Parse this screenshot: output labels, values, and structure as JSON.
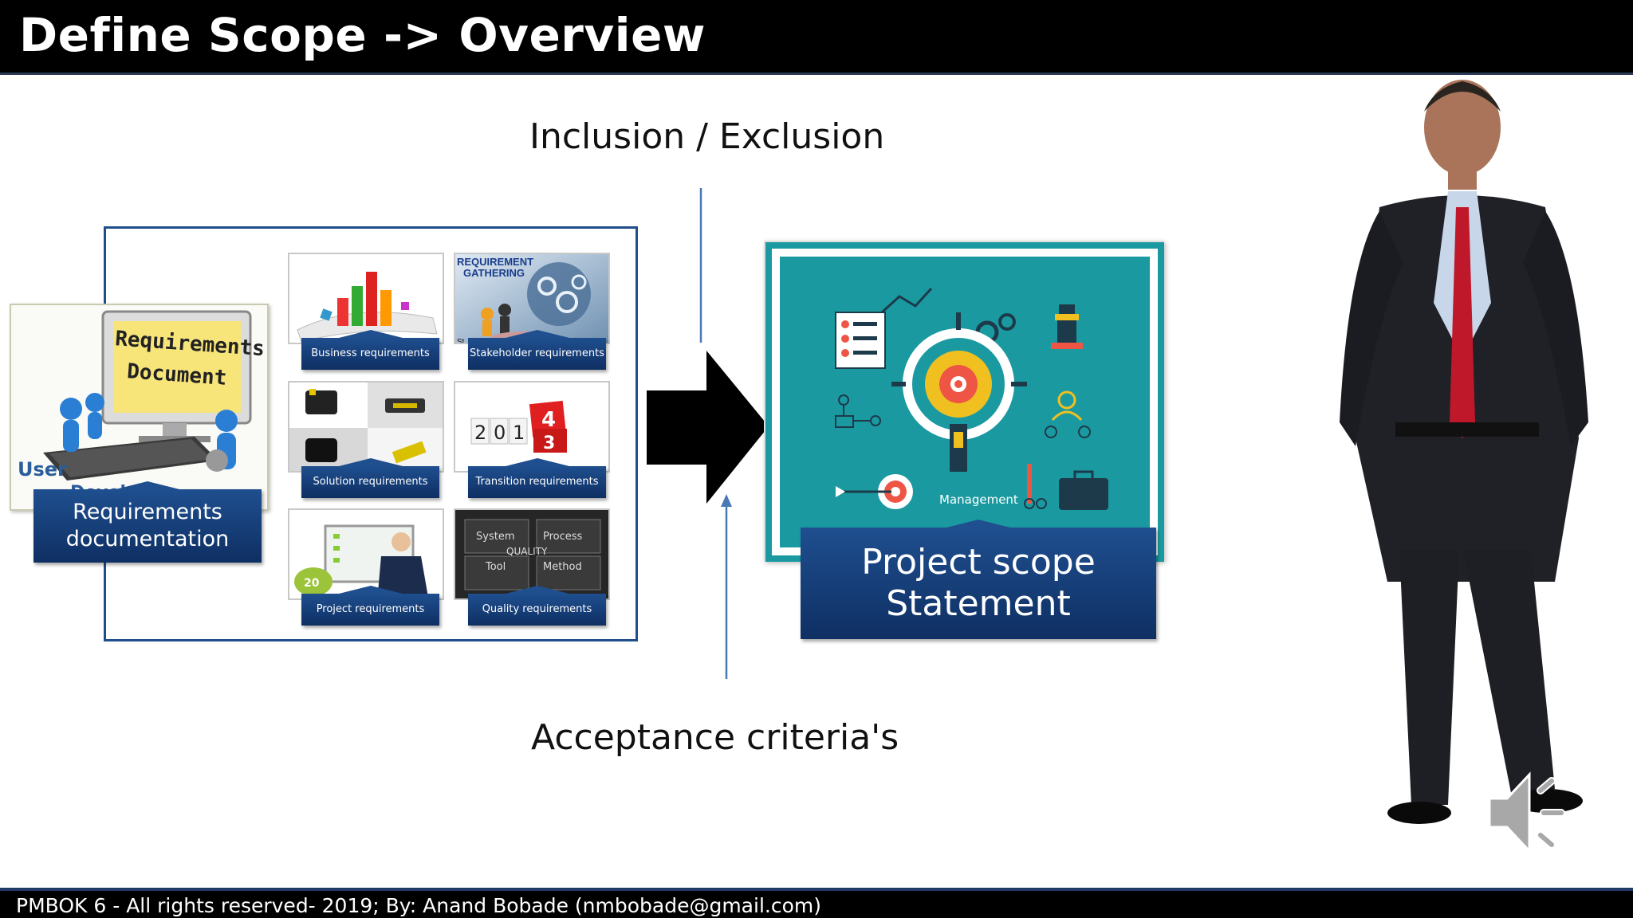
{
  "slide": {
    "title": "Define Scope -> Overview",
    "footer": "PMBOK 6 - All rights reserved- 2019; By: Anand Bobade (nmbobade@gmail.com)"
  },
  "labels": {
    "inclusion": "Inclusion / Exclusion",
    "acceptance": "Acceptance criteria's"
  },
  "requirements_doc": {
    "image_text_line1": "Requirements",
    "image_text_line2": "Document",
    "image_user": "User",
    "image_developer": "Developer",
    "label_line1": "Requirements",
    "label_line2": "documentation"
  },
  "thumbnails": [
    {
      "label": "Business requirements"
    },
    {
      "label": "Stakeholder requirements",
      "image_text_line1": "REQUIREMENT",
      "image_text_line2": "GATHERING",
      "image_text_extra": "St"
    },
    {
      "label": "Solution requirements"
    },
    {
      "label": "Transition requirements",
      "image_text": [
        "2",
        "0",
        "1",
        "4",
        "3"
      ]
    },
    {
      "label": "Project requirements"
    },
    {
      "label": "Quality requirements",
      "image_text": [
        "System",
        "Process",
        "QUALITY",
        "Tool",
        "Method"
      ]
    }
  ],
  "scope": {
    "management_text": "Management",
    "label_line1": "Project scope",
    "label_line2": "Statement"
  },
  "colors": {
    "label_blue": "#163f7a",
    "teal": "#1a9aa0",
    "arrow": "#000000",
    "connector": "#4a78b5"
  },
  "icons": {
    "speaker": "speaker-icon"
  }
}
